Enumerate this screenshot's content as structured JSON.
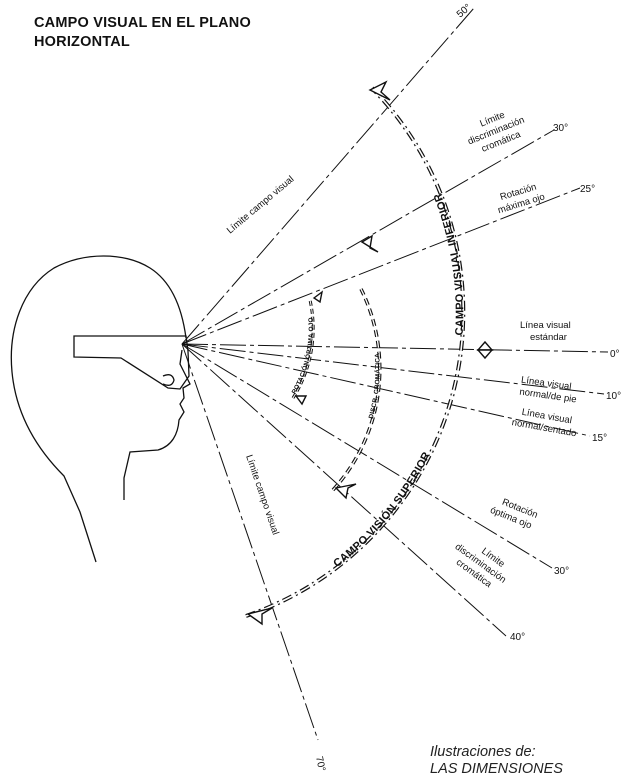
{
  "title": {
    "line1": "CAMPO VISUAL EN EL PLANO",
    "line2": "HORIZONTAL"
  },
  "credit": {
    "line1": "Ilustraciones de:",
    "line2": "LAS DIMENSIONES"
  },
  "degrees": {
    "d50": "50°",
    "d30_upper": "30°",
    "d25": "25°",
    "d0": "0°",
    "d10": "10°",
    "d15": "15°",
    "d30_lower": "30°",
    "d40": "40°",
    "d70": "70°"
  },
  "labels": {
    "limite_campo_visual_upper": "Límite campo visual",
    "limite_campo_visual_lower": "Límite campo visual",
    "limite_disc_upper": [
      "Límite",
      "discriminación",
      "cromática"
    ],
    "rotacion_maxima": [
      "Rotación",
      "máxima ojo"
    ],
    "linea_estandar": [
      "Línea visual",
      "estándar"
    ],
    "linea_normal_pie": [
      "Línea visual",
      "normal/de pie"
    ],
    "linea_normal_sentado": [
      "Línea visual",
      "normal/sentado"
    ],
    "rotacion_optima": [
      "Rotación",
      "óptima ojo"
    ],
    "limite_disc_lower": [
      "Límite",
      "discriminación",
      "cromática"
    ]
  },
  "arcs": {
    "campo_visual_inferior": "CAMPO VISUAL INFERIOR",
    "campo_vision_superior": "CAMPO VISIÓN SUPERIOR",
    "discr_cromatica": "DISCR. CROMÁTICA",
    "rotacion_optima_ojo": "ROTACIÓN ÓPTIMA OJO"
  }
}
